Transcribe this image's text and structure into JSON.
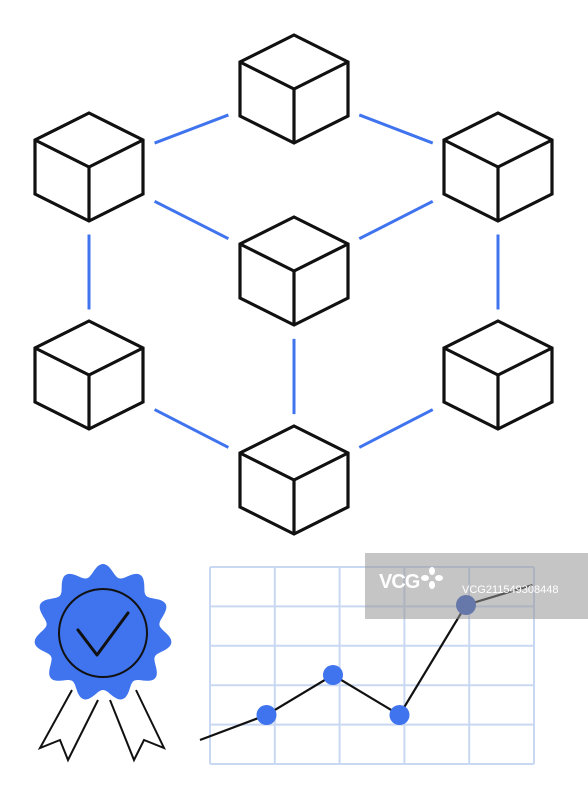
{
  "colors": {
    "accent": "#3f74ee",
    "accent_dark": "#2e55c4",
    "grid": "#c9d8f2",
    "stroke": "#111111"
  },
  "icons": [
    "cube-icon",
    "rosette-badge-icon",
    "checkmark-icon",
    "line-chart-icon"
  ],
  "network": {
    "nodes": [
      "top",
      "upper-left",
      "upper-right",
      "center",
      "lower-left",
      "lower-right",
      "bottom"
    ],
    "links": [
      [
        "top",
        "upper-left"
      ],
      [
        "top",
        "upper-right"
      ],
      [
        "upper-left",
        "center"
      ],
      [
        "upper-right",
        "center"
      ],
      [
        "upper-left",
        "lower-left"
      ],
      [
        "upper-right",
        "lower-right"
      ],
      [
        "center",
        "bottom"
      ],
      [
        "lower-left",
        "bottom"
      ],
      [
        "lower-right",
        "bottom"
      ]
    ]
  },
  "chart_data": {
    "type": "line",
    "grid": true,
    "grid_columns": 5,
    "grid_rows": 5,
    "points": [
      {
        "x": 0,
        "y": 0.05,
        "marker": false
      },
      {
        "x": 1,
        "y": 0.3,
        "marker": true
      },
      {
        "x": 2,
        "y": 0.7,
        "marker": true
      },
      {
        "x": 3,
        "y": 0.3,
        "marker": true
      },
      {
        "x": 4,
        "y": 1.4,
        "marker": true,
        "highlight": true
      },
      {
        "x": 5,
        "y": 1.6,
        "marker": false
      }
    ]
  },
  "watermark": {
    "logo": "VCG",
    "id": "VCG211549308448"
  }
}
